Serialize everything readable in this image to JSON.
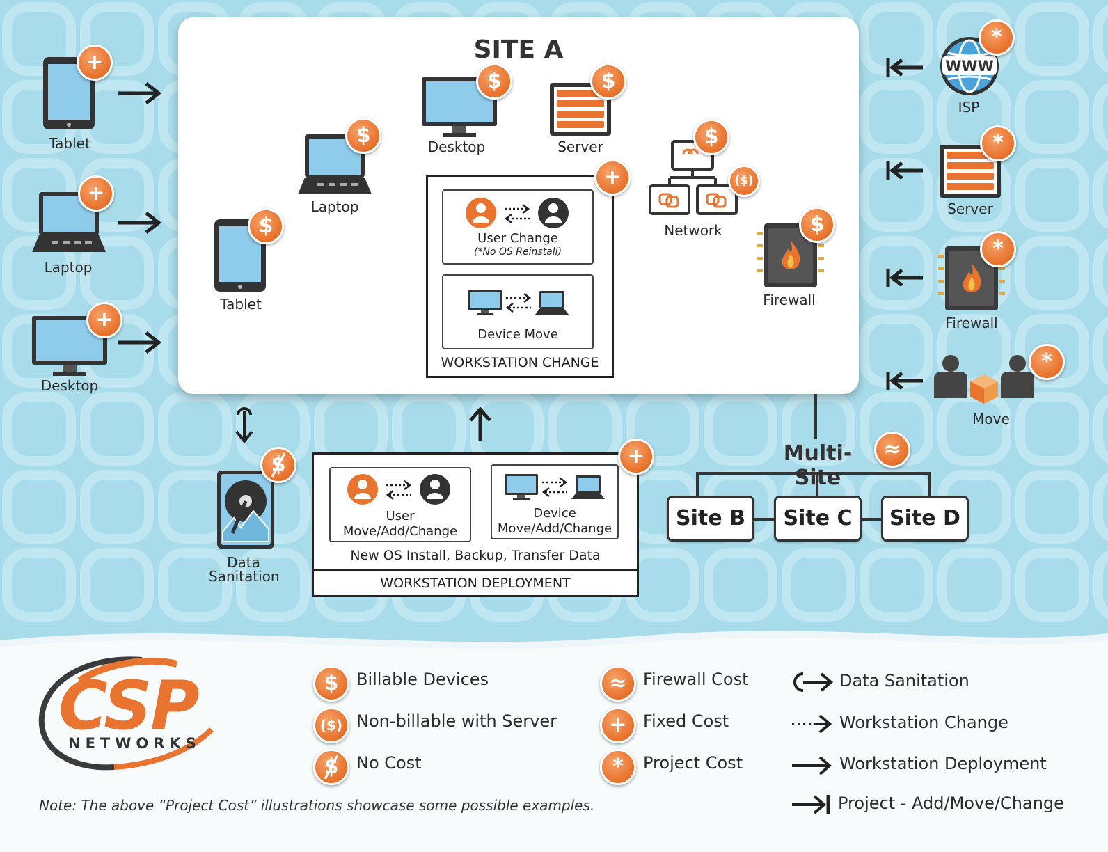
{
  "site_a": {
    "title": "SITE A"
  },
  "left_devices": [
    {
      "label": "Tablet"
    },
    {
      "label": "Laptop"
    },
    {
      "label": "Desktop"
    }
  ],
  "site_a_devices": {
    "tablet": "Tablet",
    "laptop": "Laptop",
    "desktop": "Desktop",
    "server": "Server",
    "network": "Network",
    "firewall": "Firewall"
  },
  "workstation_change": {
    "title": "WORKSTATION CHANGE",
    "user_change": "User Change",
    "user_change_note": "(*No OS Reinstall)",
    "device_move": "Device Move"
  },
  "workstation_deployment": {
    "title": "WORKSTATION DEPLOYMENT",
    "user_label_1": "User",
    "user_label_2": "Move/Add/Change",
    "device_label_1": "Device",
    "device_label_2": "Move/Add/Change",
    "tasks": "New OS Install, Backup, Transfer Data"
  },
  "data_sanitation": {
    "line1": "Data",
    "line2": "Sanitation"
  },
  "right_projects": [
    {
      "label": "ISP"
    },
    {
      "label": "Server"
    },
    {
      "label": "Firewall"
    },
    {
      "label": "Move"
    }
  ],
  "multi_site": {
    "title": "Multi-Site",
    "sites": [
      "Site B",
      "Site C",
      "Site D"
    ]
  },
  "badges": {
    "billable": "$",
    "fixed": "+",
    "project": "*",
    "firewall": "≈",
    "nonbillable": "($)"
  },
  "logo": {
    "brand": "CSP",
    "sub": "NETWORKS"
  },
  "legend": {
    "billable": "Billable Devices",
    "nonbillable": "Non-billable with Server",
    "nocost": "No Cost",
    "firewall": "Firewall Cost",
    "fixed": "Fixed Cost",
    "project": "Project Cost",
    "sanitation": "Data Sanitation",
    "ws_change": "Workstation Change",
    "ws_deploy": "Workstation Deployment",
    "project_amc": "Project - Add/Move/Change"
  },
  "note": "Note: The above “Project Cost” illustrations showcase some possible examples.",
  "colors": {
    "accent": "#e8742f",
    "background": "#a9dcea",
    "dark": "#333333",
    "screen": "#8fcbea"
  }
}
